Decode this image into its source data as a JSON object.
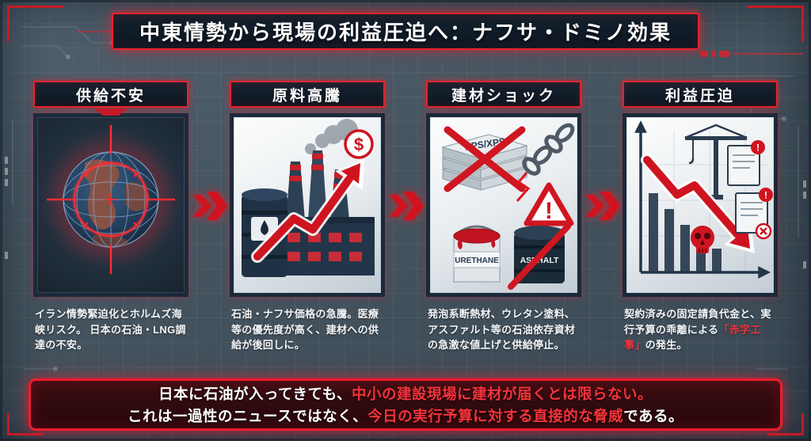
{
  "title": "中東情勢から現場の利益圧迫へ：ナフサ・ドミノ効果",
  "colors": {
    "accent_red": "#cf1420",
    "banner_border_red": "#e8232e",
    "background_slate": "#45545f",
    "panel_frame_navy": "#1b2a3a",
    "highlight_text_red": "#f2333c"
  },
  "panels": [
    {
      "header": "供給不安",
      "icon": "globe-crosshair-icon",
      "caption": "イラン情勢緊迫化とホルムズ海峡リスク。 日本の石油・LNG調達の不安。"
    },
    {
      "header": "原料高騰",
      "icon": "oil-price-surge-icon",
      "labels": {
        "dollar": "$"
      },
      "caption": "石油・ナフサ価格の急騰。医療等の優先度が高く、建材への供給が後回しに。"
    },
    {
      "header": "建材ショック",
      "icon": "materials-shock-icon",
      "labels": {
        "boards": "EPS/XPS",
        "can": "URETHANE",
        "drum": "ASPHALT",
        "warning": "!"
      },
      "caption": "発泡系断熱材、ウレタン塗料、アスファルト等の石油依存資材の急激な値上げと供給停止。"
    },
    {
      "header": "利益圧迫",
      "icon": "profit-collapse-icon",
      "labels": {
        "alert1": "!",
        "alert2": "!"
      },
      "caption_pre": "契約済みの固定請負代金と、実行予算の乖離による",
      "caption_highlight": "「赤字工事」",
      "caption_post": "の発生。"
    }
  ],
  "flow_arrow_icon": "double-chevron-right-icon",
  "footer": {
    "line1_pre": "日本に石油が入ってきても、",
    "line1_red": "中小の建設現場に建材が届くとは限らない。",
    "line2_pre": "これは一過性のニュースではなく、",
    "line2_red": "今日の実行予算に対する直接的な脅威",
    "line2_post": "である。"
  }
}
